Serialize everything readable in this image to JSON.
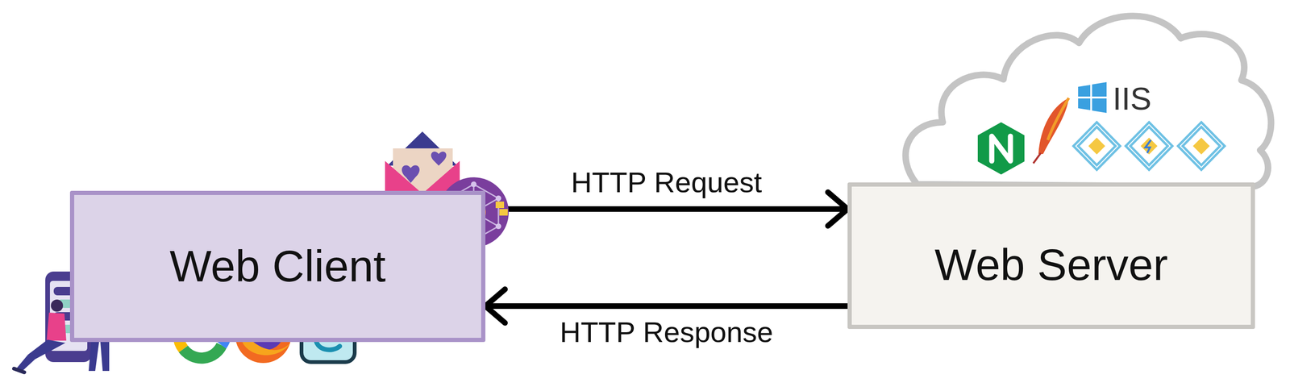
{
  "diagram": {
    "nodes": [
      {
        "text": [
          "Web Client"
        ]
      },
      {
        "text": [
          "Web Server"
        ]
      }
    ],
    "edges": [
      {
        "from": 0,
        "to": 1,
        "arrow": "to",
        "label": "HTTP Request"
      },
      {
        "from": 1,
        "to": 0,
        "arrow": "to",
        "label": "HTTP Response"
      }
    ],
    "labels": [
      "IIS"
    ]
  }
}
